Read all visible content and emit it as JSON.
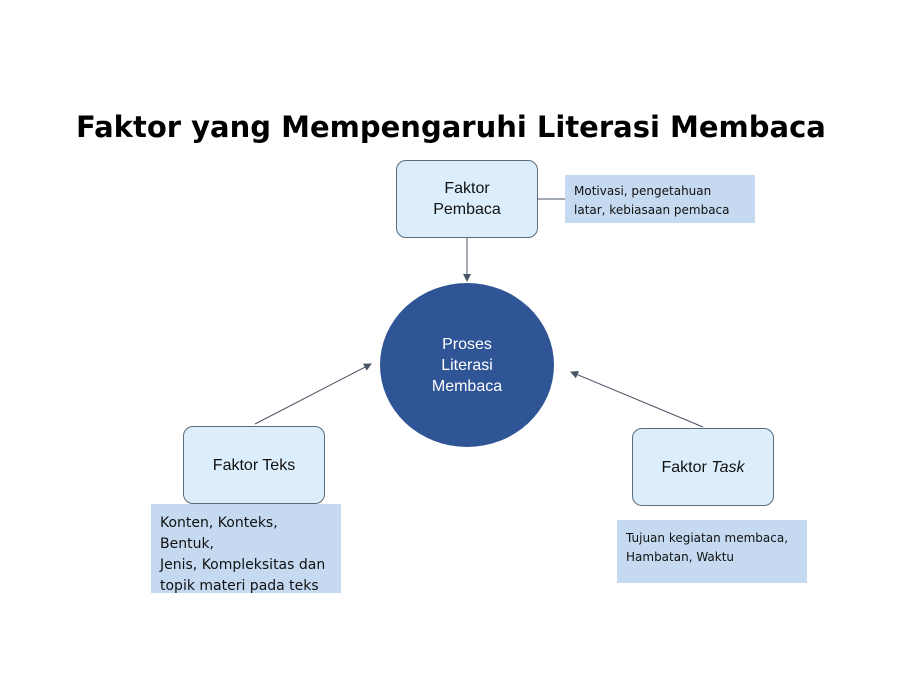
{
  "title": "Faktor yang Mempengaruhi Literasi Membaca",
  "center": {
    "lines": [
      "Proses",
      "Literasi",
      "Membaca"
    ],
    "fill": "#2f5597"
  },
  "factors": {
    "reader": {
      "lines": [
        "Faktor",
        "Pembaca"
      ],
      "description": [
        "Motivasi, pengetahuan",
        "latar, kebiasaan pembaca"
      ]
    },
    "text": {
      "label": "Faktor Teks",
      "description": [
        "Konten, Konteks, Bentuk,",
        "Jenis, Kompleksitas dan",
        "topik materi pada teks"
      ]
    },
    "task": {
      "prefix": "Faktor ",
      "emphasis": "Task",
      "description": [
        "Tujuan kegiatan membaca,",
        "Hambatan, Waktu"
      ]
    }
  },
  "colors": {
    "node_fill": "#dceefb",
    "note_fill": "#c5daf1",
    "connector": "#4a5563"
  }
}
